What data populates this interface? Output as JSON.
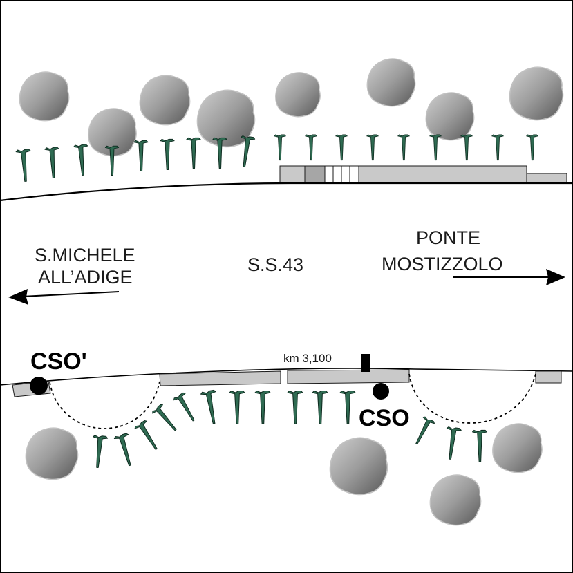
{
  "labels": {
    "west_line1": "S.MICHELE",
    "west_line2": "ALL’ADIGE",
    "road": "S.S.43",
    "east_line1": "PONTE",
    "east_line2": "MOSTIZZOLO",
    "km_marker": "km 3,100",
    "cso_prime": "CSO'",
    "cso": "CSO"
  },
  "colors": {
    "tree_crown_light": "#d2d2d2",
    "tree_crown_dark": "#5e5e5e",
    "tree_crown_stroke": "#c2c2c2",
    "sapling_fill": "#2f6b52",
    "sapling_stroke": "#102e22",
    "slab_fill": "#c9c9c9",
    "slab_dark": "#a6a6a6",
    "outline": "#000000"
  },
  "icons": {
    "tree": "tree-crown-icon",
    "sapling": "sapling-icon",
    "arrow_left": "arrow-left-icon",
    "arrow_right": "arrow-right-icon",
    "cso_marker": "cso-point-icon",
    "km_post": "km-post-icon"
  }
}
